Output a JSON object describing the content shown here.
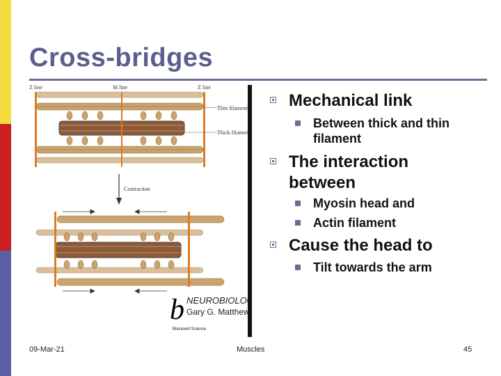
{
  "slide": {
    "title": "Cross-bridges",
    "bullets": [
      {
        "text": "Mechanical link",
        "sub": [
          "Between thick and thin filament"
        ]
      },
      {
        "text": "The interaction between",
        "sub": [
          "Myosin head and",
          "Actin filament"
        ]
      },
      {
        "text": "Cause the head to",
        "sub": [
          "Tilt towards the arm"
        ]
      }
    ]
  },
  "figure": {
    "z_line_left": "Z line",
    "m_line": "M line",
    "z_line_right": "Z line",
    "thin_filament": "Thin filament",
    "thick_filament": "Thick filament",
    "contraction": "Contraction",
    "logo_letter": "b",
    "logo_title": "NEUROBIOLOGY",
    "logo_author": "Gary G. Matthews",
    "publisher": "Blackwell Science"
  },
  "footer": {
    "date": "09-Mar-21",
    "center": "Muscles",
    "page": "45"
  },
  "colors": {
    "sidebar_yellow": "#f4dc3e",
    "sidebar_red": "#cc1f1f",
    "sidebar_purple": "#5b5fa1",
    "title": "#5b5f8f",
    "accent": "#6a6d99",
    "z_line": "#e07a20"
  }
}
